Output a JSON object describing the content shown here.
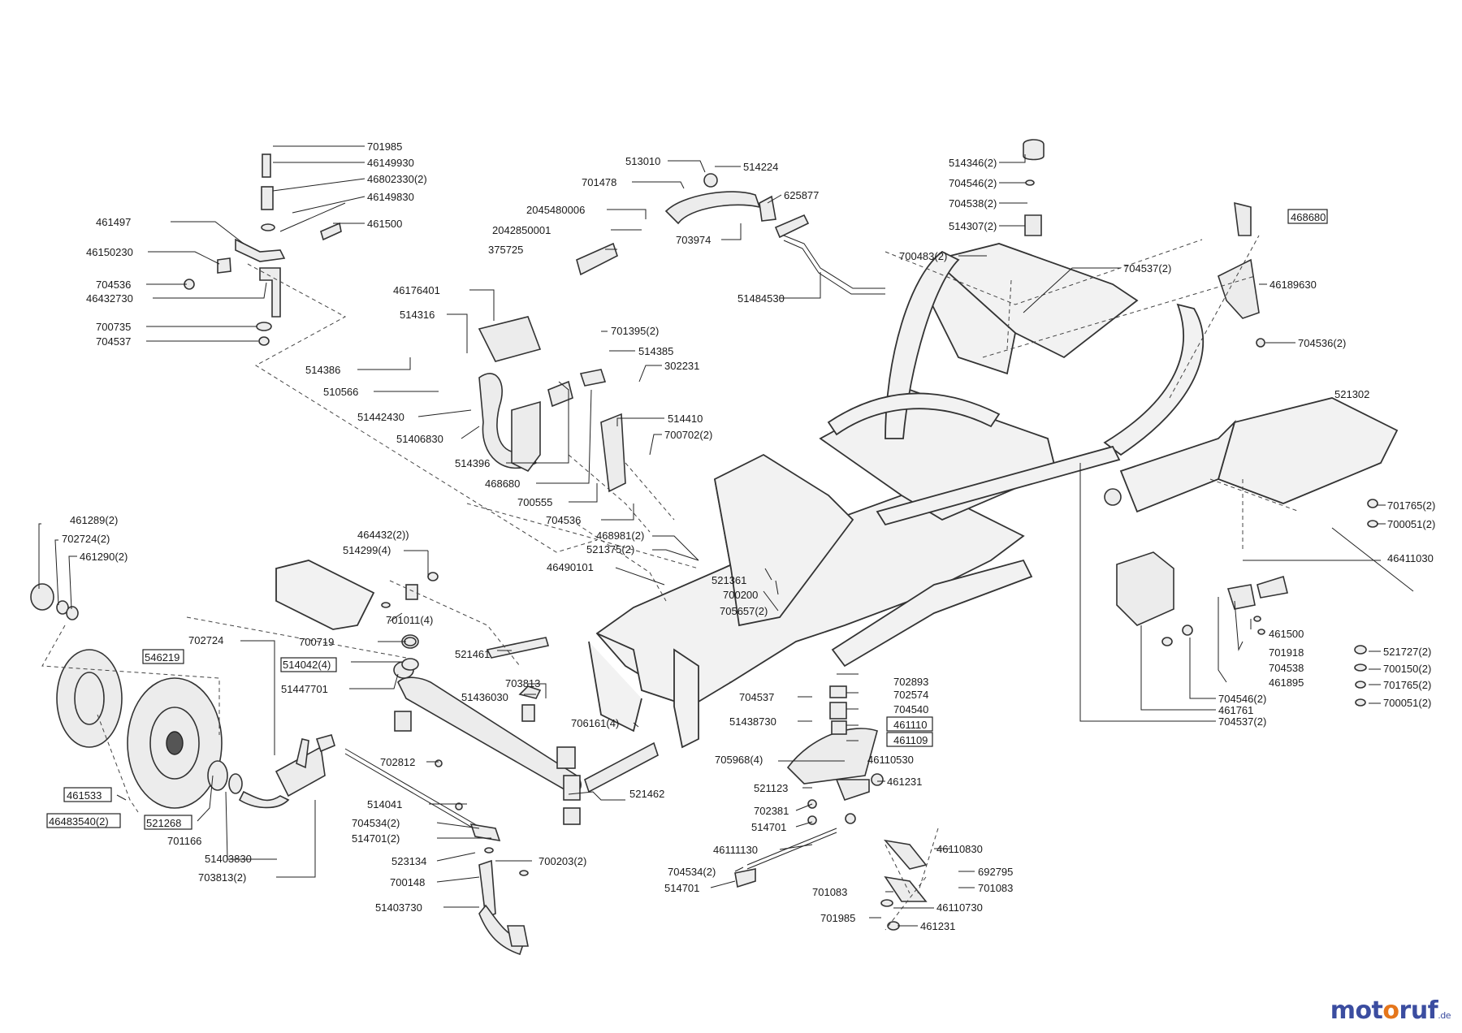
{
  "labels": {
    "l701985a": "701985",
    "l46149930": "46149930",
    "l46802330": "46802330(2)",
    "l46149830": "46149830",
    "l461497": "461497",
    "l461500a": "461500",
    "l46150230": "46150230",
    "l704536a": "704536",
    "l46432730": "46432730",
    "l700735": "700735",
    "l704537a": "704537",
    "l513010": "513010",
    "l514224": "514224",
    "l701478": "701478",
    "l625877": "625877",
    "l2045480006": "2045480006",
    "l2042850001": "2042850001",
    "l703974": "703974",
    "l375725": "375725",
    "l51484530": "51484530",
    "l514346": "514346(2)",
    "l704546a": "704546(2)",
    "l704538a": "704538(2)",
    "l514307": "514307(2)",
    "l468680a": "468680",
    "l700483": "700483(2)",
    "l704537b": "704537(2)",
    "l46189630": "46189630",
    "l704536b": "704536(2)",
    "l46176401": "46176401",
    "l514316": "514316",
    "l701395": "701395(2)",
    "l514385": "514385",
    "l302231": "302231",
    "l514386": "514386",
    "l510566": "510566",
    "l51442430": "51442430",
    "l51406830": "51406830",
    "l514396": "514396",
    "l514410": "514410",
    "l700702": "700702(2)",
    "l468680b": "468680",
    "l700555": "700555",
    "l704536c": "704536",
    "l521302": "521302",
    "l701765a": "701765(2)",
    "l700051a": "700051(2)",
    "l46411030": "46411030",
    "l461289": "461289(2)",
    "l702724a": "702724(2)",
    "l461290": "461290(2)",
    "l464432": "464432(2))",
    "l514299": "514299(4)",
    "l701011": "701011(4)",
    "l468981": "468981(2)",
    "l521375": "521375(2)",
    "l46490101": "46490101",
    "l521361": "521361",
    "l700200": "700200",
    "l705657": "705657(2)",
    "l461500b": "461500",
    "l701918": "701918",
    "l704538b": "704538",
    "l461895": "461895",
    "l521727": "521727(2)",
    "l700150": "700150(2)",
    "l701765b": "701765(2)",
    "l700051b": "700051(2)",
    "l704546b": "704546(2)",
    "l461761": "461761",
    "l704537c": "704537(2)",
    "l702724b": "702724",
    "l700719": "700719",
    "l546219": "546219",
    "l514042": "514042(4)",
    "l521461": "521461",
    "l51447701": "51447701",
    "l703813a": "703813",
    "l51436030": "51436030",
    "l702893": "702893",
    "l702574": "702574",
    "l704537d": "704537",
    "l704540": "704540",
    "l51438730": "51438730",
    "l461110": "461110",
    "l461109": "461109",
    "l706161": "706161(4)",
    "l705968": "705968(4)",
    "l46110530": "46110530",
    "l702812": "702812",
    "l461533": "461533",
    "l521268": "521268",
    "l46483540": "46483540(2)",
    "l701166": "701166",
    "l51403830": "51403830",
    "l703813b": "703813(2)",
    "l521462": "521462",
    "l514041": "514041",
    "l704534a": "704534(2)",
    "l514701a": "514701(2)",
    "l700203": "700203(2)",
    "l523134": "523134",
    "l700148": "700148",
    "l51403730": "51403730",
    "l521123": "521123",
    "l461231a": "461231",
    "l702381": "702381",
    "l514701b": "514701",
    "l46111130": "46111130",
    "l46110830": "46110830",
    "l704534b": "704534(2)",
    "l692795": "692795",
    "l514701c": "514701",
    "l701083a": "701083",
    "l701083b": "701083",
    "l46110730": "46110730",
    "l701985b": "701985",
    "l461231b": "461231"
  },
  "watermark": {
    "part1": "mot",
    "part2": "o",
    "part3": "ruf",
    "suffix": ".de"
  }
}
